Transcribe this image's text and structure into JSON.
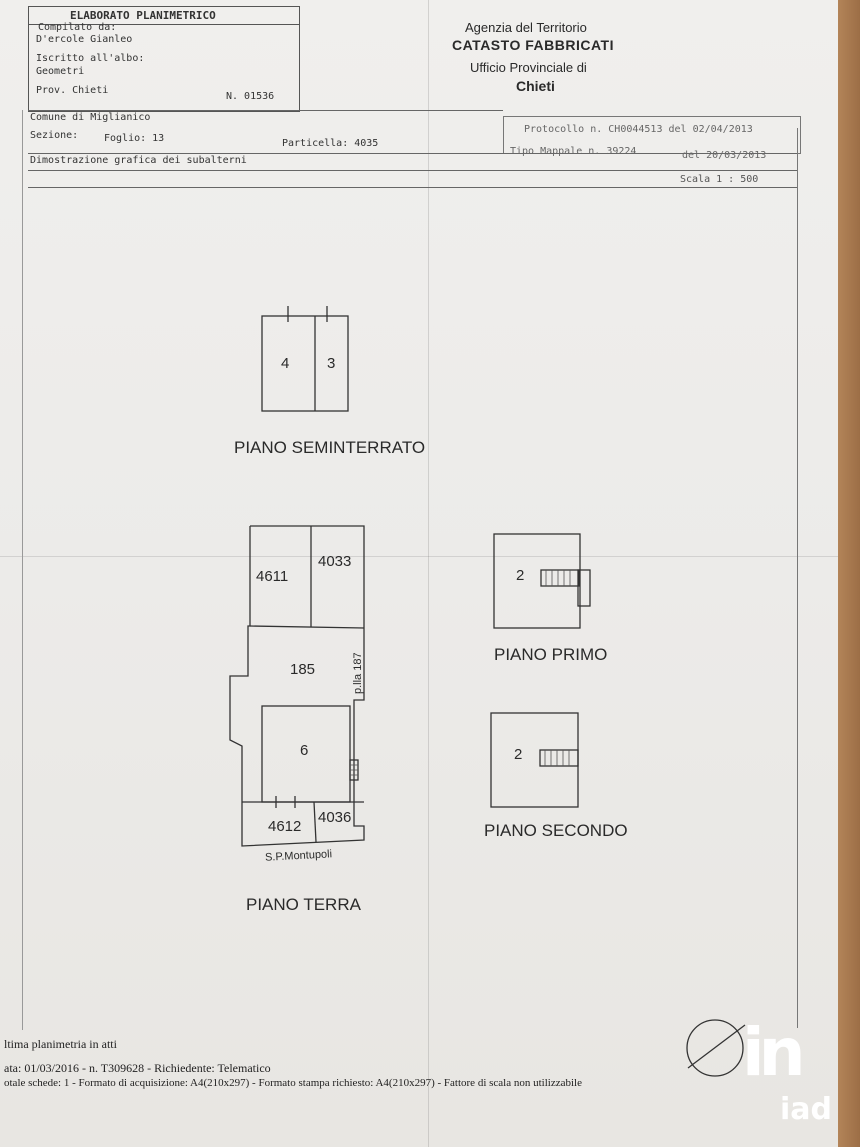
{
  "header": {
    "title": "ELABORATO PLANIMETRICO",
    "compiled_label": "Compilato da:",
    "compiled_name": "D'ercole Gianleo",
    "registered_label": "Iscritto all'albo:",
    "registered_value": "Geometri",
    "province": "Prov. Chieti",
    "number": "N. 01536"
  },
  "agency": {
    "line1": "Agenzia del Territorio",
    "line2": "CATASTO FABBRICATI",
    "line3": "Ufficio Provinciale di",
    "line4": "Chieti"
  },
  "parcel": {
    "comune": "Comune di Miglianico",
    "sezione": "Sezione:",
    "foglio": "Foglio: 13",
    "particella": "Particella: 4035",
    "protocollo": "Protocollo n. CH0044513 del 02/04/2013",
    "tipo_mappale": "Tipo Mappale n. 39224",
    "tipo_date": "del 20/03/2013",
    "dimostrazione": "Dimostrazione grafica dei subalterni",
    "scala": "Scala 1 : 500"
  },
  "plans": {
    "seminterrato_title": "PIANO SEMINTERRATO",
    "semi_units": [
      "4",
      "3"
    ],
    "terra_title": "PIANO TERRA",
    "terra_units": [
      "4611",
      "4033",
      "185",
      "6",
      "4612",
      "4036"
    ],
    "road": "S.P.Montupoli",
    "side_label": "p.lla 187",
    "primo_title": "PIANO PRIMO",
    "primo_unit": "2",
    "secondo_title": "PIANO SECONDO",
    "secondo_unit": "2"
  },
  "footer": {
    "line1": "ltima planimetria in atti",
    "line2": "ata: 01/03/2016 - n. T309628 - Richiedente: Telematico",
    "line3": "otale schede: 1 - Formato di acquisizione: A4(210x297) - Formato stampa richiesto: A4(210x297) - Fattore di scala non utilizzabile"
  },
  "watermark": {
    "top": "in",
    "bottom": "iad"
  }
}
